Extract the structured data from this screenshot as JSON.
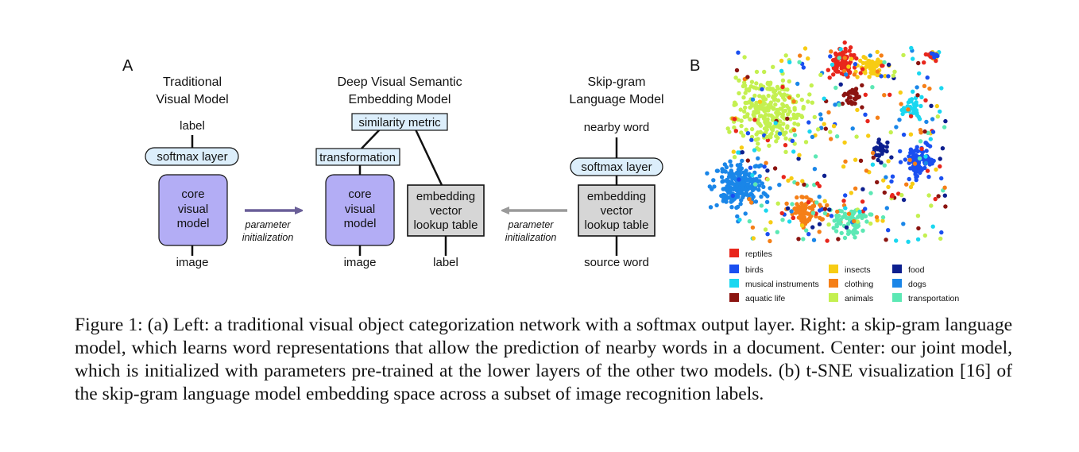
{
  "panel_a": {
    "letter": "A",
    "traditional": {
      "title_line1": "Traditional",
      "title_line2": "Visual Model",
      "top_label": "label",
      "softmax": "softmax layer",
      "core_line1": "core",
      "core_line2": "visual",
      "core_line3": "model",
      "bottom_label": "image"
    },
    "devise": {
      "title_line1": "Deep Visual Semantic",
      "title_line2": "Embedding Model",
      "similarity": "similarity metric",
      "transformation": "transformation",
      "core_line1": "core",
      "core_line2": "visual",
      "core_line3": "model",
      "emb_line1": "embedding",
      "emb_line2": "vector",
      "emb_line3": "lookup table",
      "image_label": "image",
      "label_label": "label"
    },
    "skipgram": {
      "title_line1": "Skip-gram",
      "title_line2": "Language Model",
      "top_label": "nearby word",
      "softmax": "softmax layer",
      "emb_line1": "embedding",
      "emb_line2": "vector",
      "emb_line3": "lookup table",
      "bottom_label": "source word"
    },
    "left_arrow_line1": "parameter",
    "left_arrow_line2": "initialization",
    "right_arrow_line1": "parameter",
    "right_arrow_line2": "initialization"
  },
  "panel_b": {
    "letter": "B",
    "legend": [
      {
        "label": "reptiles",
        "color": "#e8261c"
      },
      {
        "label": "birds",
        "color": "#1a4ff0"
      },
      {
        "label": "musical instruments",
        "color": "#1ad7f0"
      },
      {
        "label": "aquatic life",
        "color": "#8b1410"
      },
      {
        "label": "insects",
        "color": "#f7cc14"
      },
      {
        "label": "clothing",
        "color": "#f57f17"
      },
      {
        "label": "animals",
        "color": "#c4f050"
      },
      {
        "label": "food",
        "color": "#0d1f8f"
      },
      {
        "label": "dogs",
        "color": "#1a86e8"
      },
      {
        "label": "transportation",
        "color": "#5ce8b4"
      }
    ]
  },
  "chart_data": {
    "type": "scatter",
    "series": [
      {
        "name": "reptiles"
      },
      {
        "name": "birds"
      },
      {
        "name": "musical instruments"
      },
      {
        "name": "aquatic life"
      },
      {
        "name": "insects"
      },
      {
        "name": "clothing"
      },
      {
        "name": "animals"
      },
      {
        "name": "food"
      },
      {
        "name": "dogs"
      },
      {
        "name": "transportation"
      }
    ]
  },
  "caption": "Figure 1: (a) Left: a traditional visual object categorization network with a softmax output layer. Right: a skip-gram language model, which learns word representations that allow the prediction of nearby words in a document. Center: our joint model, which is initialized with parameters pre-trained at the lower layers of the other two models. (b) t-SNE visualization [16] of the skip-gram language model embedding space across a subset of image recognition labels."
}
